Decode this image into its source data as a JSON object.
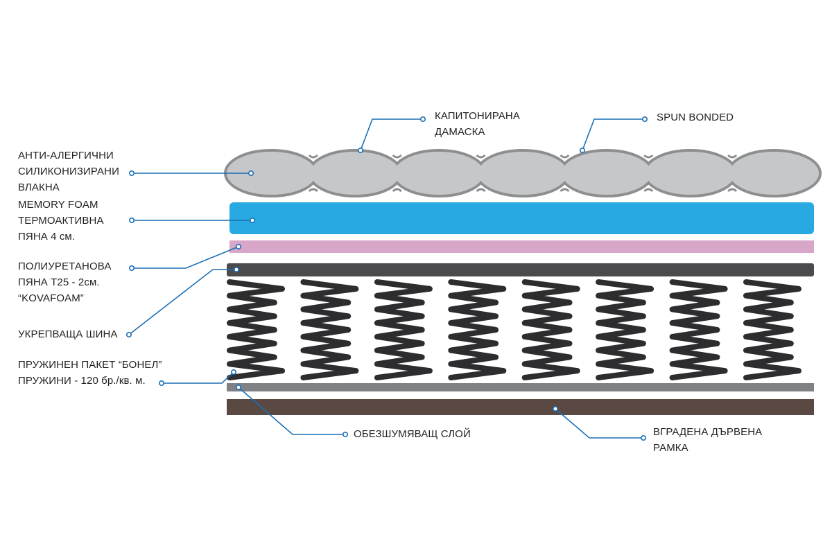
{
  "colors": {
    "leader": "#1a6fb5",
    "dot_fill": "#ffffff",
    "text": "#231f20",
    "quilt_fill": "#c6c7c9",
    "quilt_stroke": "#8d8e90",
    "memory_foam": "#29a9e1",
    "pu_foam": "#d8a6c9",
    "rail": "#4b4b4d",
    "spring": "#2d2d2f",
    "noise_layer": "#808184",
    "wood_frame": "#5a4943"
  },
  "labels": {
    "quilted_damask": [
      "КАПИТОНИРАНА",
      "ДАМАСКА"
    ],
    "spun_bonded": [
      "SPUN BONDED"
    ],
    "anti_allergic": [
      "АНТИ-АЛЕРГИЧНИ",
      "СИЛИКОНИЗИРАНИ",
      "ВЛАКНА"
    ],
    "memory_foam": [
      "MEMORY FOAM",
      "ТЕРМОАКТИВНА",
      "ПЯНА 4 см."
    ],
    "pu_foam": [
      "ПОЛИУРЕТАНОВА",
      "ПЯНА T25 - 2см.",
      "“KOVAFOAM”"
    ],
    "rail": [
      "УКРЕПВАЩА ШИНА"
    ],
    "bonnell": [
      "ПРУЖИНЕН ПАКЕТ “БОНЕЛ”",
      "ПРУЖИНИ - 120 бр./кв. м."
    ],
    "noise_layer": [
      "ОБЕЗШУМЯВАЩ СЛОЙ"
    ],
    "wood_frame": [
      "ВГРАДЕНА ДЪРВЕНА",
      "РАМКА"
    ]
  },
  "spring_count": 8,
  "quilt_pillow_count": 7
}
